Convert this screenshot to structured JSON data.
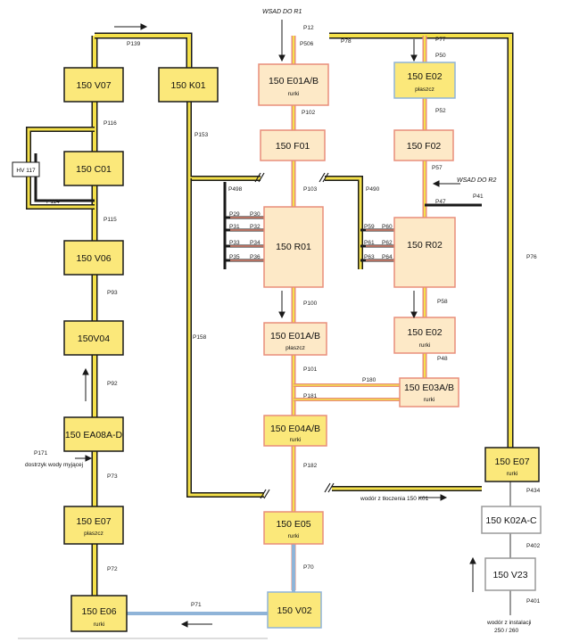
{
  "colors": {
    "box_yellow": "#fbe87a",
    "box_pale": "#fde9c7",
    "box_white": "#ffffff",
    "line_black": "#1a1a1a",
    "line_yellow": "#f5e14a",
    "line_red": "#e88e7a",
    "line_blue": "#8fb4d8",
    "line_gray": "#9a9a9a"
  },
  "header": {
    "wsad_r1": "WSAD DO R1",
    "wsad_r2": "WSAD DO R2"
  },
  "notes": {
    "dostrzyk": "dostrzyk wody myjącej",
    "wodor_tloczenia": "wodór z tłoczenia 150 K01",
    "wodor_instalacji_1": "wodór z instalacji",
    "wodor_instalacji_2": "250 / 260"
  },
  "blocks": {
    "v07": {
      "name": "150 V07",
      "sub": ""
    },
    "k01": {
      "name": "150 K01",
      "sub": ""
    },
    "c01": {
      "name": "150 C01",
      "sub": ""
    },
    "hv117": {
      "name": "HV 117",
      "sub": ""
    },
    "v06": {
      "name": "150 V06",
      "sub": ""
    },
    "v04": {
      "name": "150V04",
      "sub": ""
    },
    "ea08": {
      "name": "150 EA08A-D",
      "sub": ""
    },
    "e07l": {
      "name": "150 E07",
      "sub": "płaszcz"
    },
    "e06": {
      "name": "150 E06",
      "sub": "rurki"
    },
    "e01t": {
      "name": "150 E01A/B",
      "sub": "rurki"
    },
    "f01": {
      "name": "150 F01",
      "sub": ""
    },
    "r01": {
      "name": "150 R01",
      "sub": ""
    },
    "e01b": {
      "name": "150 E01A/B",
      "sub": "płaszcz"
    },
    "e04": {
      "name": "150 E04A/B",
      "sub": "rurki"
    },
    "e05": {
      "name": "150 E05",
      "sub": "rurki"
    },
    "v02": {
      "name": "150 V02",
      "sub": ""
    },
    "e02t": {
      "name": "150 E02",
      "sub": "płaszcz"
    },
    "f02": {
      "name": "150 F02",
      "sub": ""
    },
    "r02": {
      "name": "150 R02",
      "sub": ""
    },
    "e02b": {
      "name": "150 E02",
      "sub": "rurki"
    },
    "e03": {
      "name": "150 E03A/B",
      "sub": "rurki"
    },
    "e07r": {
      "name": "150 E07",
      "sub": "rurki"
    },
    "k02": {
      "name": "150 K02A-C",
      "sub": ""
    },
    "v23": {
      "name": "150 V23",
      "sub": ""
    }
  },
  "pipes": {
    "p139": "P139",
    "p116": "P116",
    "p114": "P114",
    "p115": "P115",
    "p93": "P93",
    "p92": "P92",
    "p171": "P171",
    "p73": "P73",
    "p72": "P72",
    "p71": "P71",
    "p70": "P70",
    "p153": "P153",
    "p158": "P158",
    "p498": "P498",
    "p103": "P103",
    "p490": "P490",
    "p12": "P12",
    "p506": "P506",
    "p78": "P78",
    "p77": "P77",
    "p50": "P50",
    "p102": "P102",
    "p52": "P52",
    "p57": "P57",
    "p41": "P41",
    "p47": "P47",
    "p29": "P29",
    "p30": "P30",
    "p31": "P31",
    "p32": "P32",
    "p33": "P33",
    "p34": "P34",
    "p35": "P35",
    "p36": "P36",
    "p59": "P59",
    "p60": "P60",
    "p61": "P61",
    "p62": "P62",
    "p63": "P63",
    "p64": "P64",
    "p100": "P100",
    "p58": "P58",
    "p48": "P48",
    "p101": "P101",
    "p180": "P180",
    "p181": "P181",
    "p182": "P182",
    "p76": "P76",
    "p434": "P434",
    "p402": "P402",
    "p401": "P401"
  }
}
